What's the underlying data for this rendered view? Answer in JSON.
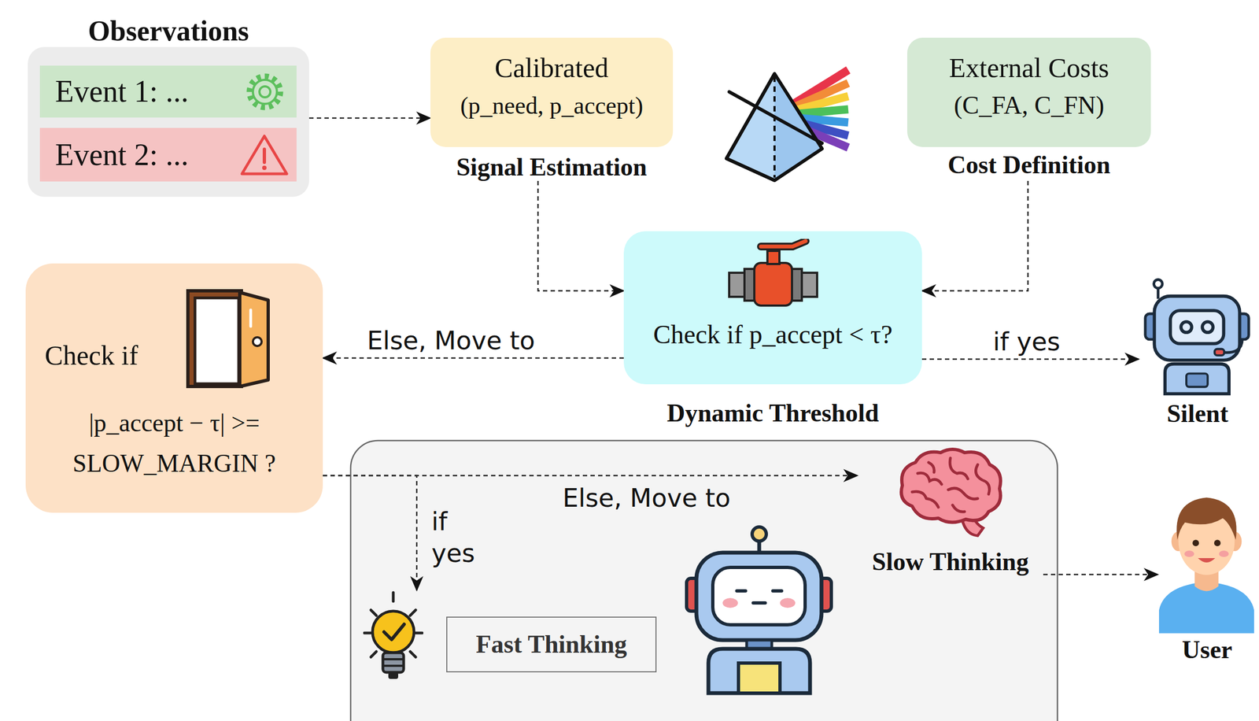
{
  "diagram": {
    "nodes": [
      {
        "text": [
          "Observations"
        ]
      },
      {
        "text": [
          "Event 1: ..."
        ],
        "in": 0
      },
      {
        "text": [
          "Event 2: ..."
        ],
        "in": 0
      },
      {
        "text": [
          "Calibrated",
          "(p_need, p_accept)",
          "Signal Estimation"
        ]
      },
      {
        "text": [
          "External Costs",
          "(C_FA, C_FN)",
          "Cost Definition"
        ]
      },
      {
        "text": [
          "Check if p_accept < τ?",
          "Dynamic Threshold"
        ]
      },
      {
        "text": [
          "Silent"
        ]
      },
      {
        "text": [
          "Check if",
          "|p_accept − τ| >= SLOW_MARGIN ?"
        ]
      },
      {
        "text": [
          "Fast Thinking"
        ]
      },
      {
        "text": [
          "Slow Thinking"
        ]
      },
      {
        "text": [
          "User"
        ]
      }
    ],
    "edges": [
      {
        "from": 0,
        "to": 3,
        "arrow": "to"
      },
      {
        "from": 3,
        "to": 5,
        "arrow": "to"
      },
      {
        "from": 4,
        "to": 5,
        "arrow": "to"
      },
      {
        "from": 5,
        "to": 6,
        "label": "if yes",
        "arrow": "to"
      },
      {
        "from": 5,
        "to": 7,
        "label": "Else, Move to",
        "arrow": "to"
      },
      {
        "from": 7,
        "to": 8,
        "label": "if yes",
        "arrow": "to"
      },
      {
        "from": 7,
        "to": 9,
        "label": "Else, Move to",
        "arrow": "to"
      },
      {
        "from": 9,
        "to": 10,
        "arrow": "to"
      }
    ]
  }
}
